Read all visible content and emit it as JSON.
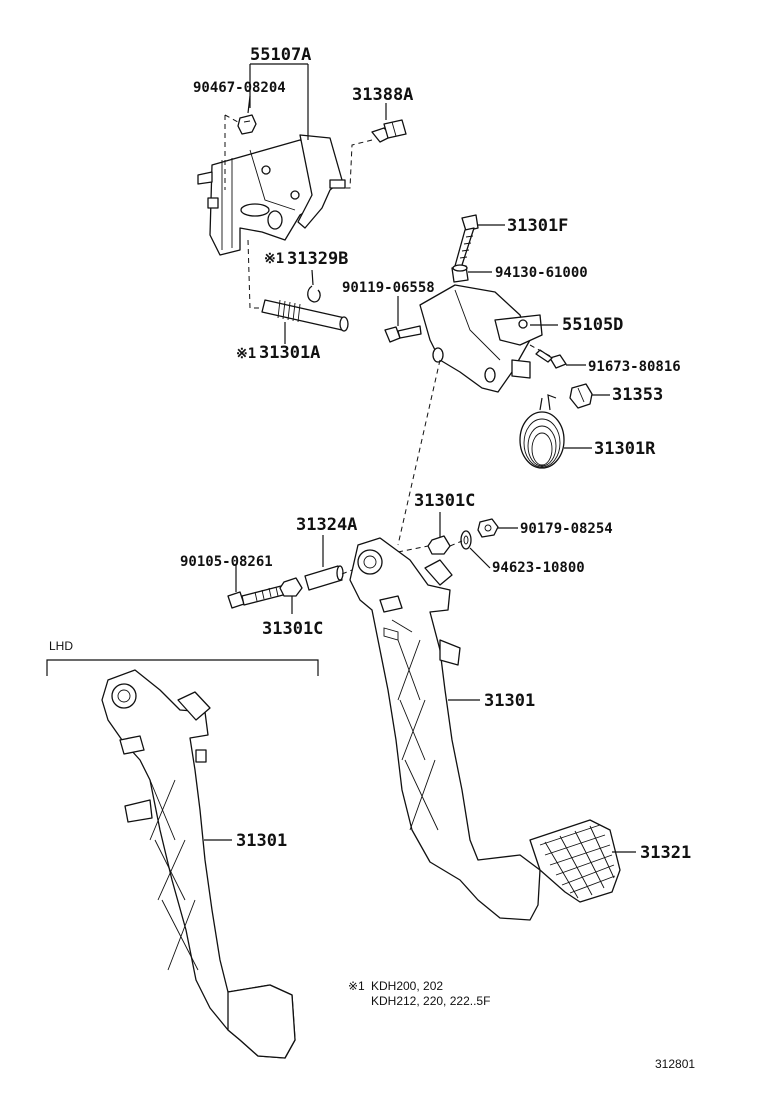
{
  "labels": {
    "p55107A": "55107A",
    "p90467": "90467-08204",
    "p31388A": "31388A",
    "p31329B": "31329B",
    "p31301A": "31301A",
    "p31301F": "31301F",
    "p94130": "94130-61000",
    "p90119": "90119-06558",
    "p55105D": "55105D",
    "p91673": "91673-80816",
    "p31353": "31353",
    "p31301R": "31301R",
    "p31301C_top": "31301C",
    "p90179": "90179-08254",
    "p31324A": "31324A",
    "p90105": "90105-08261",
    "p94623": "94623-10800",
    "p31301C_bot": "31301C",
    "p31301_right": "31301",
    "p31301_left": "31301",
    "p31321": "31321",
    "mark1": "※1",
    "mark2": "※1",
    "lhd": "LHD",
    "note_mark": "※1",
    "note_line1": "KDH200, 202",
    "note_line2": "KDH212, 220, 222..5F",
    "diagram_id": "312801"
  }
}
